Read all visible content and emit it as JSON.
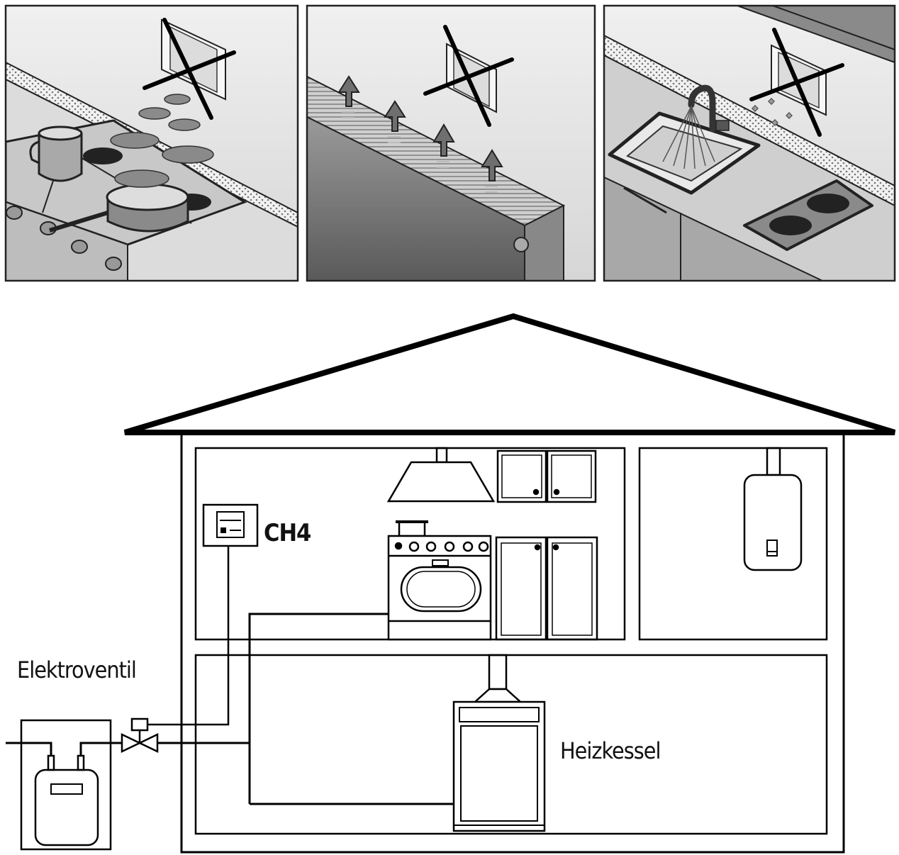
{
  "labels": {
    "valve": "Elektroventil",
    "sensor": "CH4",
    "boiler": "Heizkessel"
  },
  "colors": {
    "line": "#111111",
    "panel_background": "#e9e9e9",
    "steam": "#7a7a7a"
  },
  "panels": [
    {
      "scene": "stove-cooking-steam",
      "prohibited_icon": "cross-mark-icon"
    },
    {
      "scene": "radiator-heat-rising",
      "prohibited_icon": "cross-mark-icon"
    },
    {
      "scene": "sink-water-spray",
      "prohibited_icon": "cross-mark-icon"
    }
  ]
}
